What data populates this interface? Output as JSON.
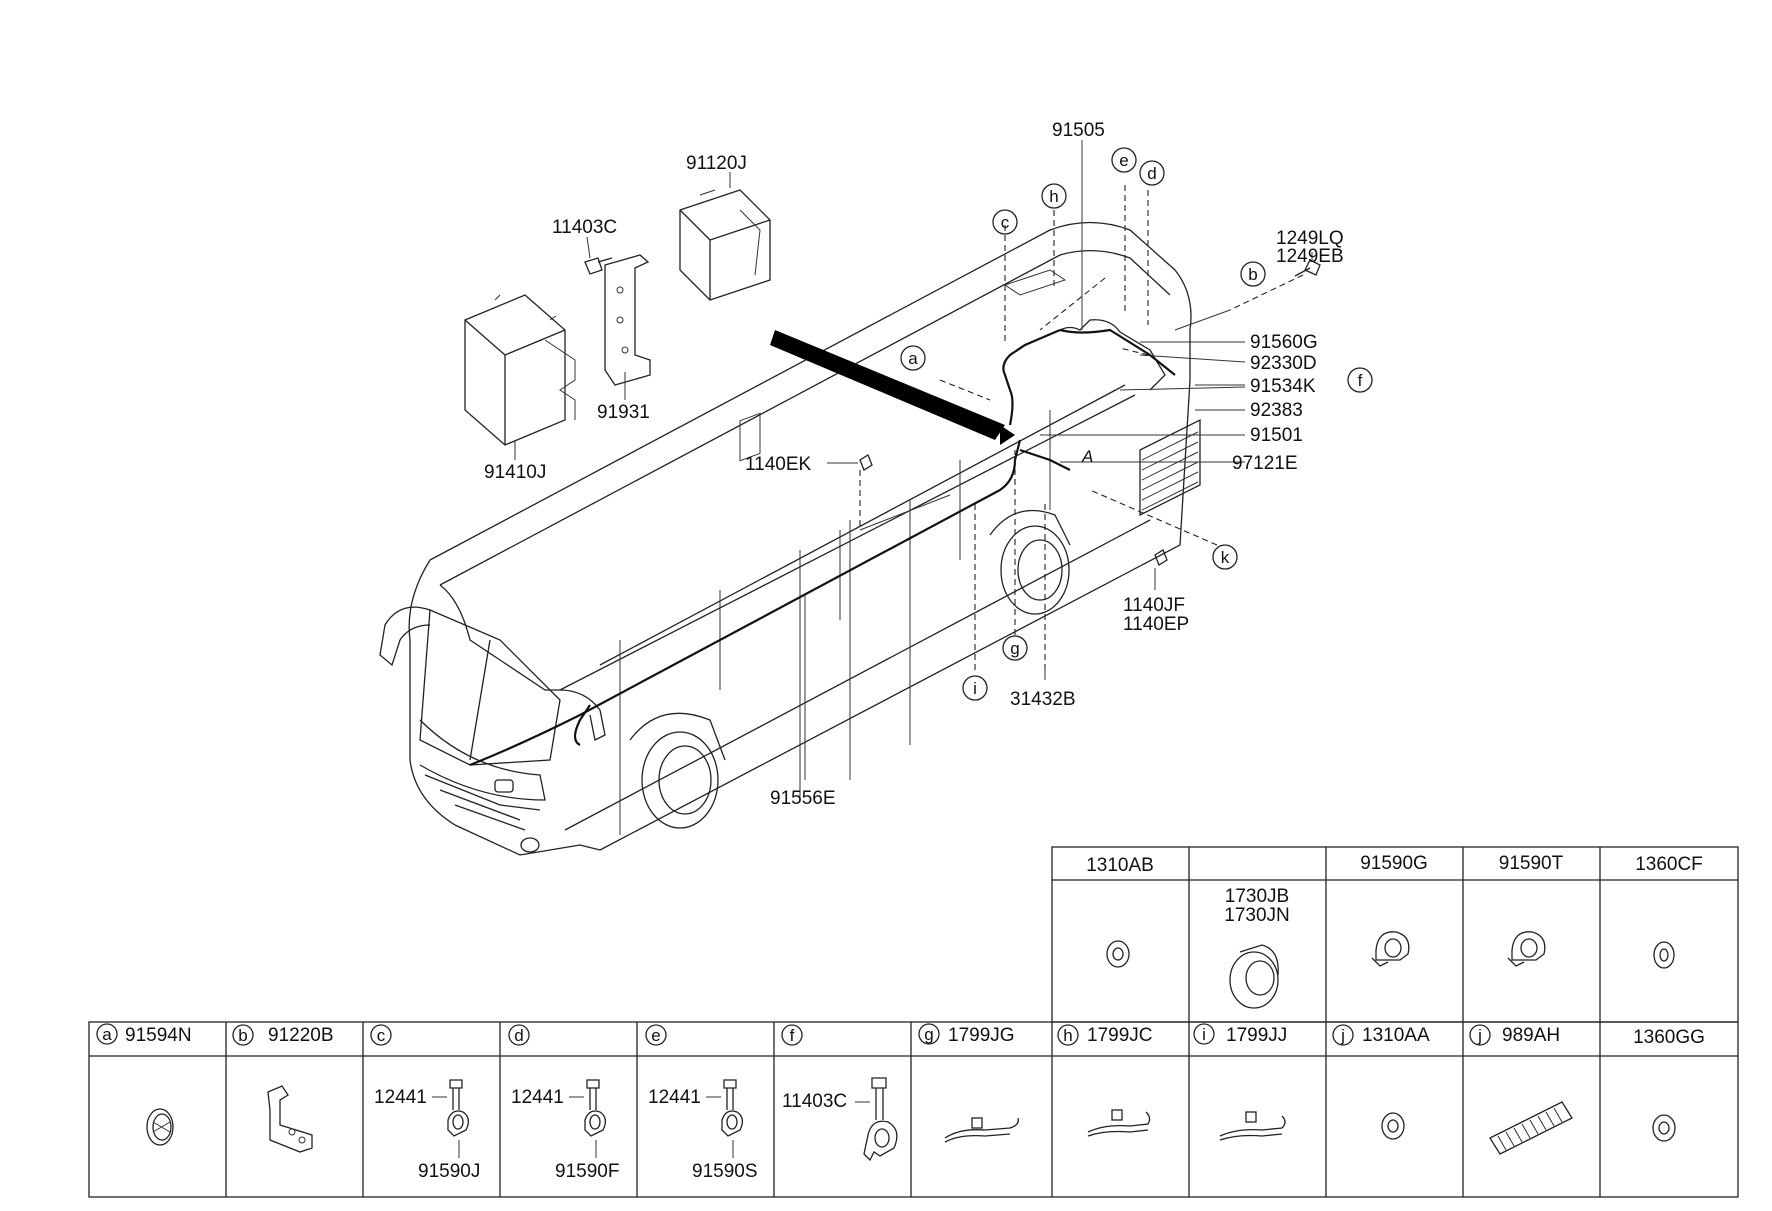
{
  "callouts": {
    "p91505": "91505",
    "p91120J": "91120J",
    "p11403C_top": "11403C",
    "p91931": "91931",
    "p91410J": "91410J",
    "p1249LQ": "1249LQ",
    "p1249EB": "1249EB",
    "p91560G": "91560G",
    "p92330D": "92330D",
    "p91534K": "91534K",
    "p92383": "92383",
    "p91501": "91501",
    "p97121E": "97121E",
    "p1140EK": "1140EK",
    "p1140JF": "1140JF",
    "p1140EP": "1140EP",
    "p31432B": "31432B",
    "p91556E": "91556E"
  },
  "letters": {
    "a": "a",
    "b": "b",
    "c": "c",
    "d": "d",
    "e": "e",
    "f": "f",
    "g": "g",
    "h": "h",
    "i": "i",
    "k": "k",
    "A": "A"
  },
  "table_top": {
    "headers": [
      "1310AB",
      "",
      "91590G",
      "91590T",
      "1360CF"
    ],
    "col2_parts": [
      "1730JB",
      "1730JN"
    ]
  },
  "table_bottom": {
    "headers": [
      {
        "letter": "a",
        "part": "91594N"
      },
      {
        "letter": "b",
        "part": "91220B"
      },
      {
        "letter": "c",
        "part": ""
      },
      {
        "letter": "d",
        "part": ""
      },
      {
        "letter": "e",
        "part": ""
      },
      {
        "letter": "f",
        "part": ""
      },
      {
        "letter": "g",
        "part": "1799JG"
      },
      {
        "letter": "h",
        "part": "1799JC"
      },
      {
        "letter": "i",
        "part": "1799JJ"
      },
      {
        "letter": "j",
        "part": "1310AA"
      },
      {
        "letter": "j",
        "part": "989AH"
      },
      {
        "letter": "",
        "part": "1360GG"
      }
    ],
    "cell_c": {
      "bolt": "12441",
      "clip": "91590J"
    },
    "cell_d": {
      "bolt": "12441",
      "clip": "91590F"
    },
    "cell_e": {
      "bolt": "12441",
      "clip": "91590S"
    },
    "cell_f": {
      "bolt": "11403C"
    }
  }
}
